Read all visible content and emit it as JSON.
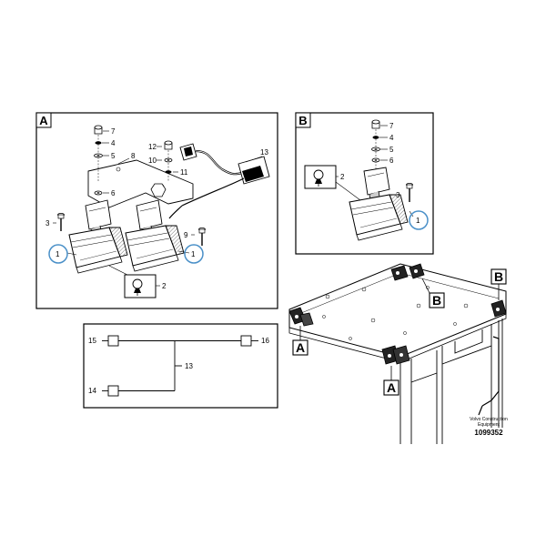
{
  "panel_a": {
    "letter": "A",
    "callouts": [
      "7",
      "4",
      "5",
      "8",
      "12",
      "10",
      "11",
      "13",
      "6",
      "3",
      "9",
      "1",
      "1",
      "2"
    ]
  },
  "panel_b": {
    "letter": "B",
    "callouts": [
      "7",
      "4",
      "5",
      "6",
      "2",
      "3",
      "1"
    ]
  },
  "wiring": {
    "callouts": [
      "15",
      "16",
      "13",
      "14"
    ]
  },
  "cab": {
    "markers": [
      "B",
      "A",
      "A",
      "B"
    ]
  },
  "footer": {
    "brand_line1": "Volvo Construction",
    "brand_line2": "Equipment",
    "drawing_number": "1099352"
  },
  "colors": {
    "highlight_circle": "#4a90c8",
    "line": "#000000"
  }
}
